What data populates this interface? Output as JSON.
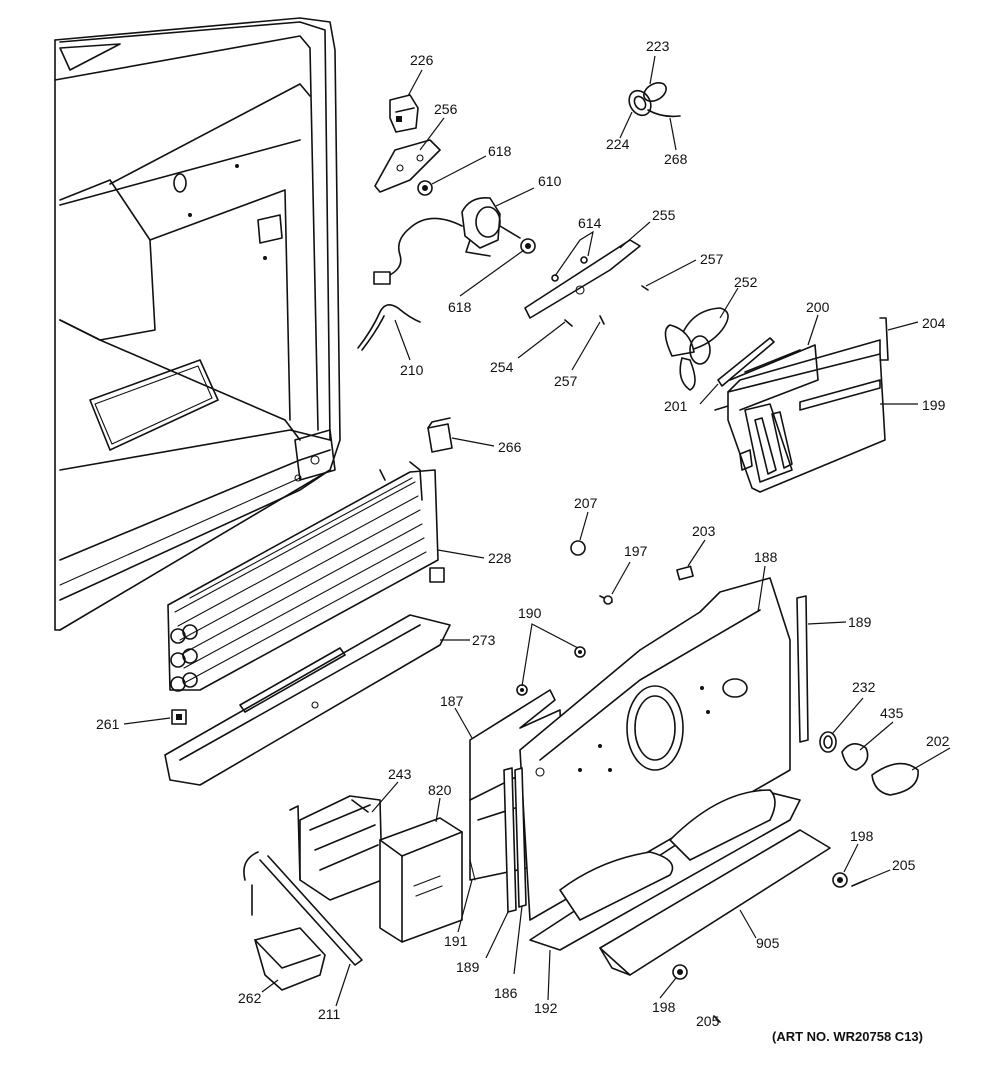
{
  "diagram": {
    "art_number": "(ART NO. WR20758 C13)",
    "callouts": [
      {
        "id": "c226",
        "text": "226"
      },
      {
        "id": "c256",
        "text": "256"
      },
      {
        "id": "c618a",
        "text": "618"
      },
      {
        "id": "c610",
        "text": "610"
      },
      {
        "id": "c618b",
        "text": "618"
      },
      {
        "id": "c210",
        "text": "210"
      },
      {
        "id": "c223",
        "text": "223"
      },
      {
        "id": "c224",
        "text": "224"
      },
      {
        "id": "c268",
        "text": "268"
      },
      {
        "id": "c614",
        "text": "614"
      },
      {
        "id": "c255",
        "text": "255"
      },
      {
        "id": "c257a",
        "text": "257"
      },
      {
        "id": "c252",
        "text": "252"
      },
      {
        "id": "c254",
        "text": "254"
      },
      {
        "id": "c257b",
        "text": "257"
      },
      {
        "id": "c200",
        "text": "200"
      },
      {
        "id": "c204",
        "text": "204"
      },
      {
        "id": "c201",
        "text": "201"
      },
      {
        "id": "c199",
        "text": "199"
      },
      {
        "id": "c266",
        "text": "266"
      },
      {
        "id": "c228",
        "text": "228"
      },
      {
        "id": "c207",
        "text": "207"
      },
      {
        "id": "c197",
        "text": "197"
      },
      {
        "id": "c203",
        "text": "203"
      },
      {
        "id": "c188",
        "text": "188"
      },
      {
        "id": "c189a",
        "text": "189"
      },
      {
        "id": "c273",
        "text": "273"
      },
      {
        "id": "c190",
        "text": "190"
      },
      {
        "id": "c187",
        "text": "187"
      },
      {
        "id": "c232",
        "text": "232"
      },
      {
        "id": "c435",
        "text": "435"
      },
      {
        "id": "c202",
        "text": "202"
      },
      {
        "id": "c261",
        "text": "261"
      },
      {
        "id": "c243",
        "text": "243"
      },
      {
        "id": "c820",
        "text": "820"
      },
      {
        "id": "c198a",
        "text": "198"
      },
      {
        "id": "c205a",
        "text": "205"
      },
      {
        "id": "c191",
        "text": "191"
      },
      {
        "id": "c189b",
        "text": "189"
      },
      {
        "id": "c186",
        "text": "186"
      },
      {
        "id": "c192",
        "text": "192"
      },
      {
        "id": "c905",
        "text": "905"
      },
      {
        "id": "c262",
        "text": "262"
      },
      {
        "id": "c211",
        "text": "211"
      },
      {
        "id": "c198b",
        "text": "198"
      },
      {
        "id": "c205b",
        "text": "205"
      }
    ]
  }
}
